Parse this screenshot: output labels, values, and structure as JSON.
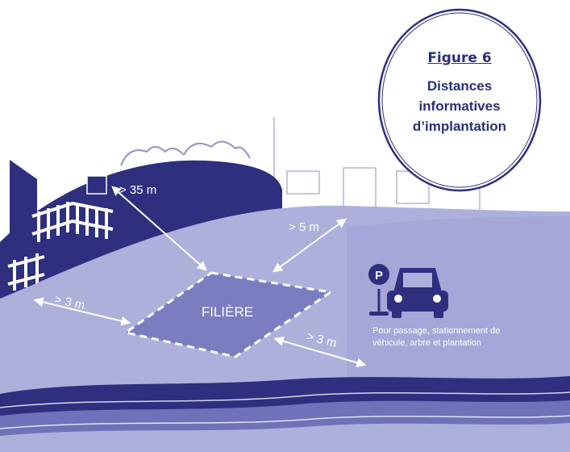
{
  "figure": {
    "number_label": "Figure 6",
    "title": "Distances\ninformatives\nd’implantation"
  },
  "labels": {
    "filiere": "FILIÈRE",
    "well_distance": "> 35 m",
    "house_distance": "> 5 m",
    "left_distance": "> 3 m",
    "right_distance": "> 3 m",
    "parking_sign": "P",
    "parking_note": "Pour passage, stationnement de véhicule, arbre et plantation"
  },
  "colors": {
    "dark_blue": "#2e2f7f",
    "medium_blue": "#7a7ec0",
    "light_blue": "#aeb0dc",
    "pale_blue": "#d8d9ef",
    "caption_text": "#2b2f7a"
  }
}
